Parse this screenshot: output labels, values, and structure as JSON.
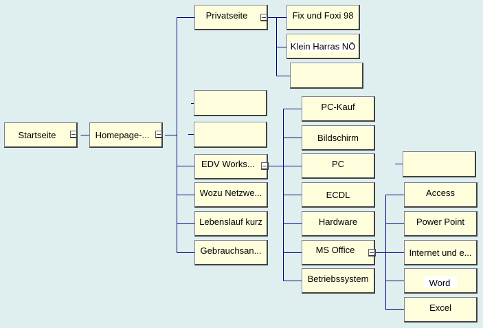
{
  "colors": {
    "background": "#dfeff0",
    "node_fill": "#fffedc",
    "connector": "#000080"
  },
  "tree": {
    "root": {
      "label": "Startseite",
      "expanded": true
    },
    "level1": {
      "label": "Homepage-...",
      "expanded": true
    },
    "level2": [
      {
        "label": "Privatseite",
        "expanded": true
      },
      {
        "label": ""
      },
      {
        "label": ""
      },
      {
        "label": "EDV Works...",
        "expanded": true
      },
      {
        "label": "Wozu Netzwe..."
      },
      {
        "label": "Lebenslauf kurz"
      },
      {
        "label": "Gebrauchsan..."
      }
    ],
    "privat_children": [
      {
        "label": "Fix und Foxi 98"
      },
      {
        "label": "Klein Harras NÖ"
      },
      {
        "label": ""
      }
    ],
    "edv_children": [
      {
        "label": "PC-Kauf"
      },
      {
        "label": "Bildschirm"
      },
      {
        "label": "PC"
      },
      {
        "label": "ECDL"
      },
      {
        "label": "Hardware"
      },
      {
        "label": "MS Office",
        "expanded": true
      },
      {
        "label": "Betriebssystem"
      }
    ],
    "pc_child": {
      "label": ""
    },
    "msoffice_children": [
      {
        "label": "Access"
      },
      {
        "label": "Power Point"
      },
      {
        "label": "Internet und e..."
      },
      {
        "label": "Word"
      },
      {
        "label": "Excel"
      }
    ]
  }
}
